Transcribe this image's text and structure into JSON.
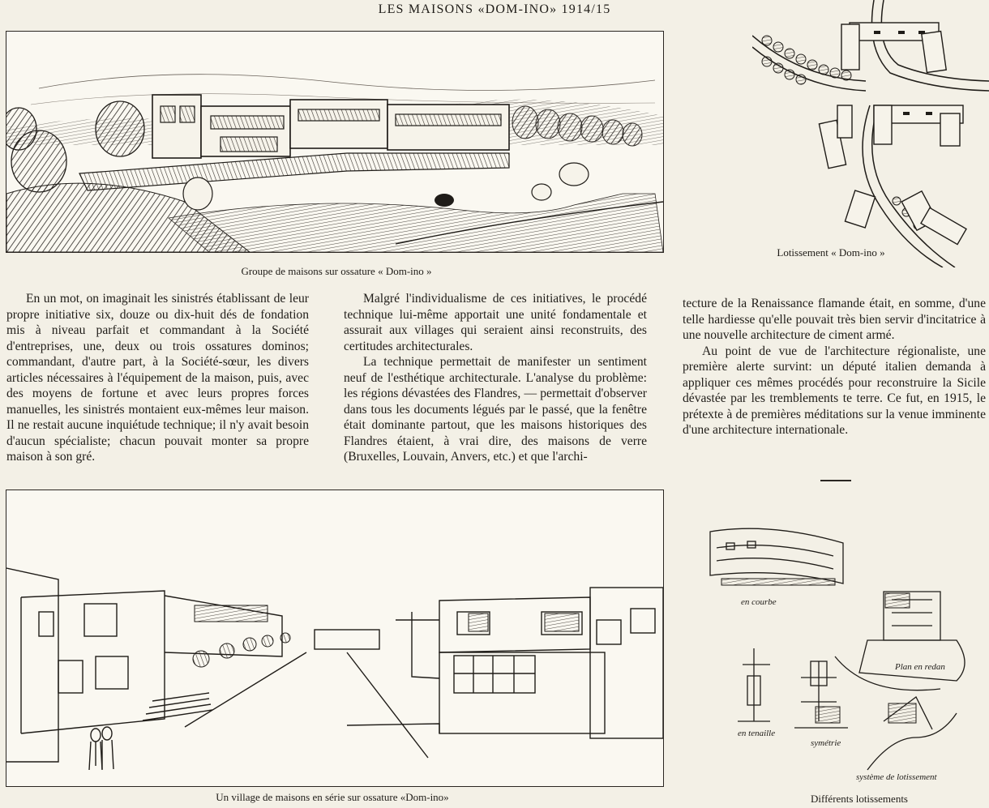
{
  "header": {
    "title": "LES MAISONS «DOM-INO» 1914/15"
  },
  "figures": {
    "top_sketch_caption": "Groupe de maisons sur ossature « Dom-ino »",
    "plan_caption": "Lotissement « Dom-ino »",
    "village_caption": "Un village de maisons en série sur ossature «Dom-ino»",
    "sketches_caption": "Différents lotissements"
  },
  "columns": {
    "col1": [
      "En un mot, on imaginait les sinistrés établissant de leur propre initiative six, douze ou dix-huit dés de fondation mis à niveau parfait et commandant à la Société d'entreprises, une, deux ou trois ossatures dominos; commandant, d'autre part, à la Société-sœur, les divers articles nécessaires à l'équipement de la maison, puis, avec des moyens de fortune et avec leurs propres forces manuelles, les sinistrés montaient eux-mêmes leur maison. Il ne restait aucune inquiétude technique; il n'y avait besoin d'aucun spécialiste; chacun pouvait monter sa propre maison à son gré."
    ],
    "col2": [
      "Malgré l'individualisme de ces initiatives, le procédé technique lui-même apportait une unité fondamentale et assurait aux villages qui seraient ainsi reconstruits, des certitudes architecturales.",
      "La technique permettait de manifester un sentiment neuf de l'esthétique architecturale. L'analyse du problème: les régions dévastées des Flandres, — permettait d'observer dans tous les documents légués par le passé, que la fenêtre était dominante partout, que les maisons historiques des Flandres étaient, à vrai dire, des maisons de verre (Bruxelles, Louvain, Anvers, etc.) et que l'archi-"
    ],
    "col3": [
      "tecture de la Renaissance flamande était, en somme, d'une telle hardiesse qu'elle pouvait très bien servir d'incitatrice à une nouvelle architecture de ciment armé.",
      "Au point de vue de l'architecture régionaliste, une première alerte survint: un député italien demanda à appliquer ces mêmes procédés pour reconstruire la Sicile dévastée par les tremblements te terre. Ce fut, en 1915, le prétexte à de premières méditations sur la venue imminente d'une architecture internationale."
    ]
  },
  "sketch_annotations": {
    "a": "en courbe",
    "b": "Plan en redan",
    "c": "en tenaille",
    "d": "symétrie",
    "e": "système de lotissement"
  },
  "colors": {
    "paper": "#f3f0e6",
    "ink": "#1f1c18"
  }
}
